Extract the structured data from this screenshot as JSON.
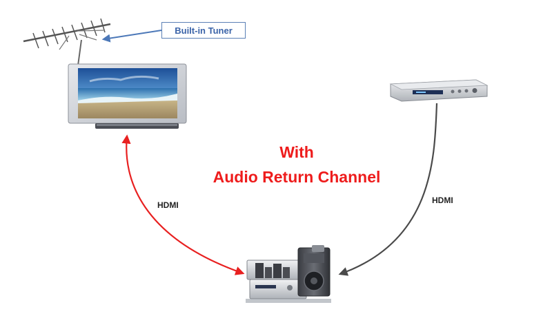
{
  "callout": {
    "label": "Built-in Tuner"
  },
  "title": {
    "line1": "With",
    "line2": "Audio Return Channel"
  },
  "connections": {
    "left_label": "HDMI",
    "right_label": "HDMI"
  },
  "colors": {
    "arc_arrow": "#e82020",
    "hdmi_arrow": "#4a4a4a",
    "callout_border": "#5a7fb5",
    "callout_text": "#3a63a8",
    "title_text": "#ee1c1c"
  },
  "devices": {
    "antenna": "antenna-icon",
    "tv": "tv-icon",
    "player": "blu-ray-player-icon",
    "receiver": "home-theater-receiver-icon"
  }
}
